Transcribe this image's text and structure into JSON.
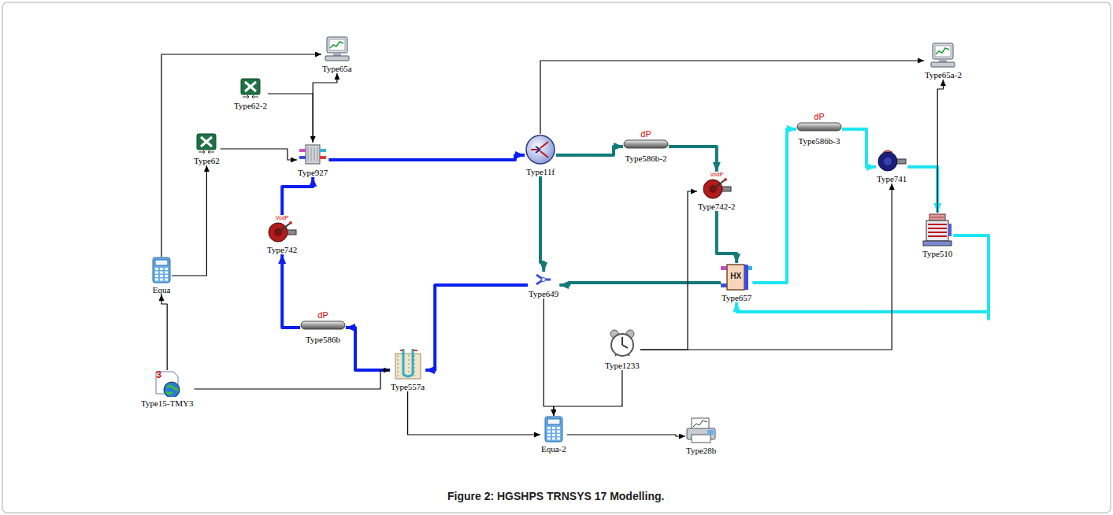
{
  "diagram": {
    "caption": "Figure 2: HGSHPS TRNSYS 17 Modelling.",
    "nodes": [
      {
        "text": [
          "Type65a"
        ]
      },
      {
        "text": [
          "Type65a-2"
        ]
      },
      {
        "text": [
          "Type62-2"
        ]
      },
      {
        "text": [
          "Type62"
        ]
      },
      {
        "text": [
          "Type927"
        ]
      },
      {
        "text": [
          "Type11f"
        ]
      },
      {
        "text": [
          "dP",
          "Type586b-2"
        ]
      },
      {
        "text": [
          "dP",
          "Type586b-3"
        ]
      },
      {
        "text": [
          "Type741"
        ]
      },
      {
        "text": [
          "VodP",
          "Type742-2"
        ]
      },
      {
        "text": [
          "Type510"
        ]
      },
      {
        "text": [
          "VodP",
          "Type742"
        ]
      },
      {
        "text": [
          "Equa"
        ]
      },
      {
        "text": [
          "Type649"
        ]
      },
      {
        "text": [
          "HX",
          "Type657"
        ]
      },
      {
        "text": [
          "dP",
          "Type586b"
        ]
      },
      {
        "text": [
          "Type557a"
        ]
      },
      {
        "text": [
          "Type1233"
        ]
      },
      {
        "text": [
          "3",
          "Type15-TMY3"
        ]
      },
      {
        "text": [
          "Equa-2"
        ]
      },
      {
        "text": [
          "Type28b"
        ]
      }
    ],
    "edges": [
      {
        "from": 4,
        "to": 5,
        "arrow": "to"
      },
      {
        "from": 5,
        "to": 6,
        "arrow": "to"
      },
      {
        "from": 6,
        "to": 9,
        "arrow": "to"
      },
      {
        "from": 9,
        "to": 14,
        "arrow": "to"
      },
      {
        "from": 14,
        "to": 13,
        "arrow": "to"
      },
      {
        "from": 5,
        "to": 13,
        "arrow": "to"
      },
      {
        "from": 13,
        "to": 16,
        "arrow": "to"
      },
      {
        "from": 16,
        "to": 15,
        "arrow": "to"
      },
      {
        "from": 15,
        "to": 11,
        "arrow": "to"
      },
      {
        "from": 11,
        "to": 4,
        "arrow": "to"
      },
      {
        "from": 14,
        "to": 7,
        "arrow": "to"
      },
      {
        "from": 7,
        "to": 8,
        "arrow": "to"
      },
      {
        "from": 8,
        "to": 10,
        "arrow": "to"
      },
      {
        "from": 10,
        "to": 14,
        "arrow": "to"
      },
      {
        "from": 18,
        "to": 16,
        "arrow": "to"
      },
      {
        "from": 18,
        "to": 12,
        "arrow": "to"
      },
      {
        "from": 12,
        "to": 3,
        "arrow": "to"
      },
      {
        "from": 3,
        "to": 4,
        "arrow": "to"
      },
      {
        "from": 2,
        "to": 4,
        "arrow": "to"
      },
      {
        "from": 4,
        "to": 0,
        "arrow": "to"
      },
      {
        "from": 17,
        "to": 9,
        "arrow": "to"
      },
      {
        "from": 17,
        "to": 8,
        "arrow": "to"
      },
      {
        "from": 17,
        "to": 19,
        "arrow": "to"
      },
      {
        "from": 19,
        "to": 20,
        "arrow": "to"
      },
      {
        "from": 10,
        "to": 1,
        "arrow": "to"
      },
      {
        "from": 5,
        "to": 1,
        "arrow": "to"
      },
      {
        "from": 16,
        "to": 19,
        "arrow": "to"
      },
      {
        "from": 13,
        "to": 19,
        "arrow": "to"
      },
      {
        "from": 12,
        "to": 0,
        "arrow": "to"
      }
    ]
  }
}
